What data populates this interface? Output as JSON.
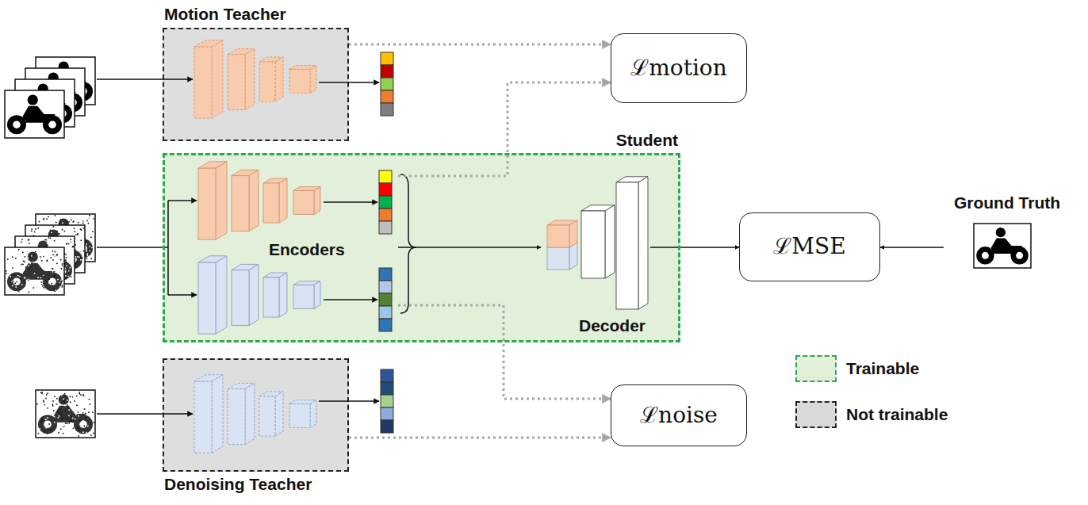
{
  "diagram": {
    "nodes": [
      {
        "text": [
          "Motion Teacher"
        ]
      },
      {
        "text": [
          "Student"
        ]
      },
      {
        "text": [
          "Encoders"
        ],
        "in": 1
      },
      {
        "text": [
          "Decoder"
        ],
        "in": 1
      },
      {
        "text": [
          "Denoising Teacher"
        ]
      },
      {
        "text": [
          "ℒmotion"
        ]
      },
      {
        "text": [
          "ℒMSE"
        ]
      },
      {
        "text": [
          "ℒnoise"
        ]
      },
      {
        "text": [
          "Ground Truth"
        ]
      }
    ],
    "edges": [
      {
        "from": 0,
        "to": 5,
        "arrow": "to"
      },
      {
        "from": 2,
        "to": 5,
        "arrow": "to"
      },
      {
        "from": 2,
        "to": 3,
        "arrow": "to"
      },
      {
        "from": 3,
        "to": 6,
        "arrow": "to"
      },
      {
        "from": 8,
        "to": 6,
        "arrow": "to"
      },
      {
        "from": 2,
        "to": 7,
        "arrow": "to"
      },
      {
        "from": 4,
        "to": 7,
        "arrow": "to"
      }
    ],
    "legend": [
      {
        "text": "Trainable",
        "color": "#e2f0d9"
      },
      {
        "text": "Not trainable",
        "color": "#d9d9d9"
      }
    ]
  }
}
